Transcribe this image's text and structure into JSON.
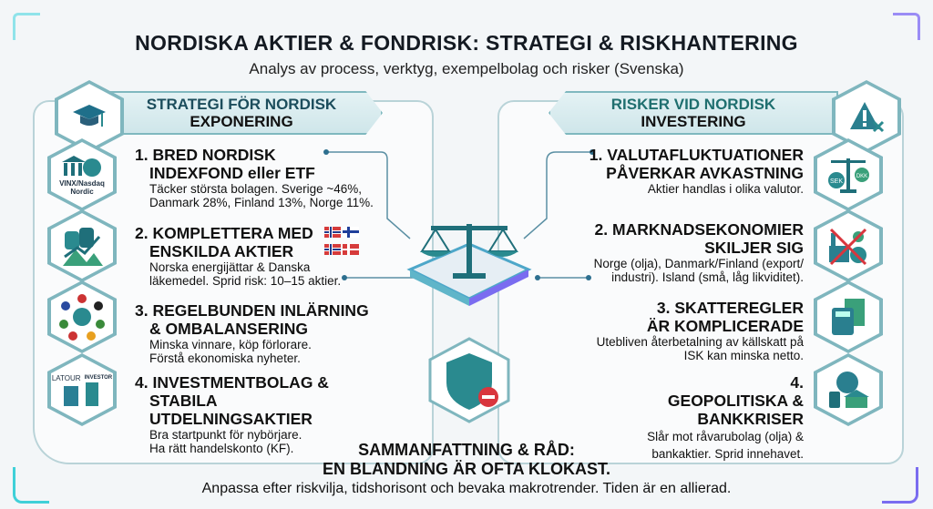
{
  "header": {
    "title": "NORDISKA AKTIER & FONDRISK: STRATEGI & RISKHANTERING",
    "subtitle": "Analys av process, verktyg, exempelbolag och risker (Svenska)"
  },
  "strategy": {
    "heading_line1": "STRATEGI FÖR NORDISK",
    "heading_line2": "EXPONERING",
    "icon": "graduation-cap-icon",
    "items": [
      {
        "title": "1. BRED NORDISK INDEXFOND eller ETF",
        "desc": "Täcker största bolagen. Sverige ~46%, Danmark 28%, Finland 13%, Norge 11%.",
        "icon": "bank-globe-icon",
        "icon_label": "VINX/Nasdaq Nordic"
      },
      {
        "title": "2. KOMPLETTERA MED ENSKILDA AKTIER",
        "desc": "Norska energijättar & Danska läkemedel. Sprid risk: 10–15 aktier.",
        "icon": "coins-growth-icon"
      },
      {
        "title": "3. REGELBUNDEN INLÄRNING & OMBALANSERING",
        "desc": "Minska vinnare, köp förlorare. Förstå ekonomiska nyheter.",
        "icon": "globe-flags-icon"
      },
      {
        "title": "4. INVESTMENTBOLAG & STABILA UTDELNINGSAKTIER",
        "desc": "Bra startpunkt för nybörjare. Ha rätt handelskonto (KF).",
        "icon": "buildings-icon",
        "logo1": "LATOUR",
        "logo2": "INVESTOR"
      }
    ]
  },
  "risks": {
    "heading_line1": "RISKER VID NORDISK",
    "heading_line2": "INVESTERING",
    "icon": "warning-icon",
    "items": [
      {
        "title": "1. VALUTAFLUKTUATIONER PÅVERKAR AVKASTNING",
        "desc": "Aktier handlas i olika valutor.",
        "icon": "currency-scale-icon",
        "currencies": [
          "SEK",
          "DKK"
        ]
      },
      {
        "title": "2. MARKNADSEKONOMIER SKILJER SIG",
        "desc": "Norge (olja), Danmark/Finland (export/ industri). Island (små, låg likviditet).",
        "icon": "crossed-industry-icon"
      },
      {
        "title": "3. SKATTEREGLER ÄR KOMPLICERADE",
        "desc": "Utebliven återbetalning av källskatt på ISK kan minska netto.",
        "icon": "calculator-document-icon"
      },
      {
        "title": "4. GEOPOLITISKA & BANKKRISER",
        "desc": "Slår mot råvarubolag (olja) & bankaktier. Sprid innehavet.",
        "icon": "globe-oil-bank-icon"
      }
    ]
  },
  "summary": {
    "line1": "SAMMANFATTNING & RÅD:",
    "line2": "EN BLANDNING ÄR OFTA KLOKAST.",
    "text": "Anpassa efter riskvilja, tidshorisont och bevaka makrotrender. Tiden är en allierad."
  },
  "colors": {
    "teal": "#2f8f8f",
    "navy": "#1c4d5c",
    "accent_cyan": "#3fd0d8",
    "accent_purple": "#7a6cf0"
  }
}
